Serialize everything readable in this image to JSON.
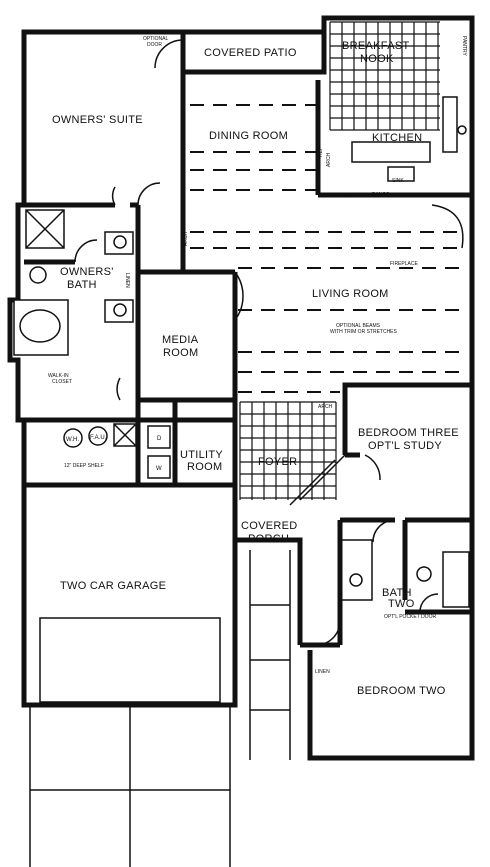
{
  "rooms": {
    "owners_suite": "OWNERS' SUITE",
    "covered_patio": "COVERED PATIO",
    "breakfast_nook_1": "BREAKFAST",
    "breakfast_nook_2": "NOOK",
    "kitchen": "KITCHEN",
    "dining_room": "DINING ROOM",
    "owners_bath_1": "OWNERS'",
    "owners_bath_2": "BATH",
    "living_room": "LIVING ROOM",
    "media_room_1": "MEDIA",
    "media_room_2": "ROOM",
    "bedroom_three_1": "BEDROOM THREE",
    "bedroom_three_2": "OPT'L STUDY",
    "utility_room_1": "UTILITY",
    "utility_room_2": "ROOM",
    "foyer": "FOYER",
    "covered_porch_1": "COVERED",
    "covered_porch_2": "PORCH",
    "two_car_garage": "TWO CAR GARAGE",
    "bath_two_1": "BATH",
    "bath_two_2": "TWO",
    "bedroom_two": "BEDROOM TWO"
  },
  "notes": {
    "optional_door_1": "OPTIONAL",
    "optional_door_2": "DOOR",
    "fireplace": "FIREPLACE",
    "arch_1": "ARCH",
    "arch_2": "ARCH",
    "arch_3": "ARCH",
    "arch_4": "ARCH",
    "banco": "BANCO",
    "optional_beams_1": "OPTIONAL BEAMS",
    "optional_beams_2": "WITH TRIM OR STRETCHES",
    "walk_in_closet_1": "WALK-IN",
    "walk_in_closet_2": "CLOSET",
    "shelf": "12\" DEEP SHELF",
    "linen": "LINEN",
    "opt_pocket_door": "OPT'L POCKET DOOR",
    "wh": "W.H.",
    "fau": "F.A.U.",
    "d": "D",
    "w": "W",
    "sink": "SINK",
    "pantry": "PANTRY",
    "ref": "REF",
    "linen2": "LINEN"
  }
}
